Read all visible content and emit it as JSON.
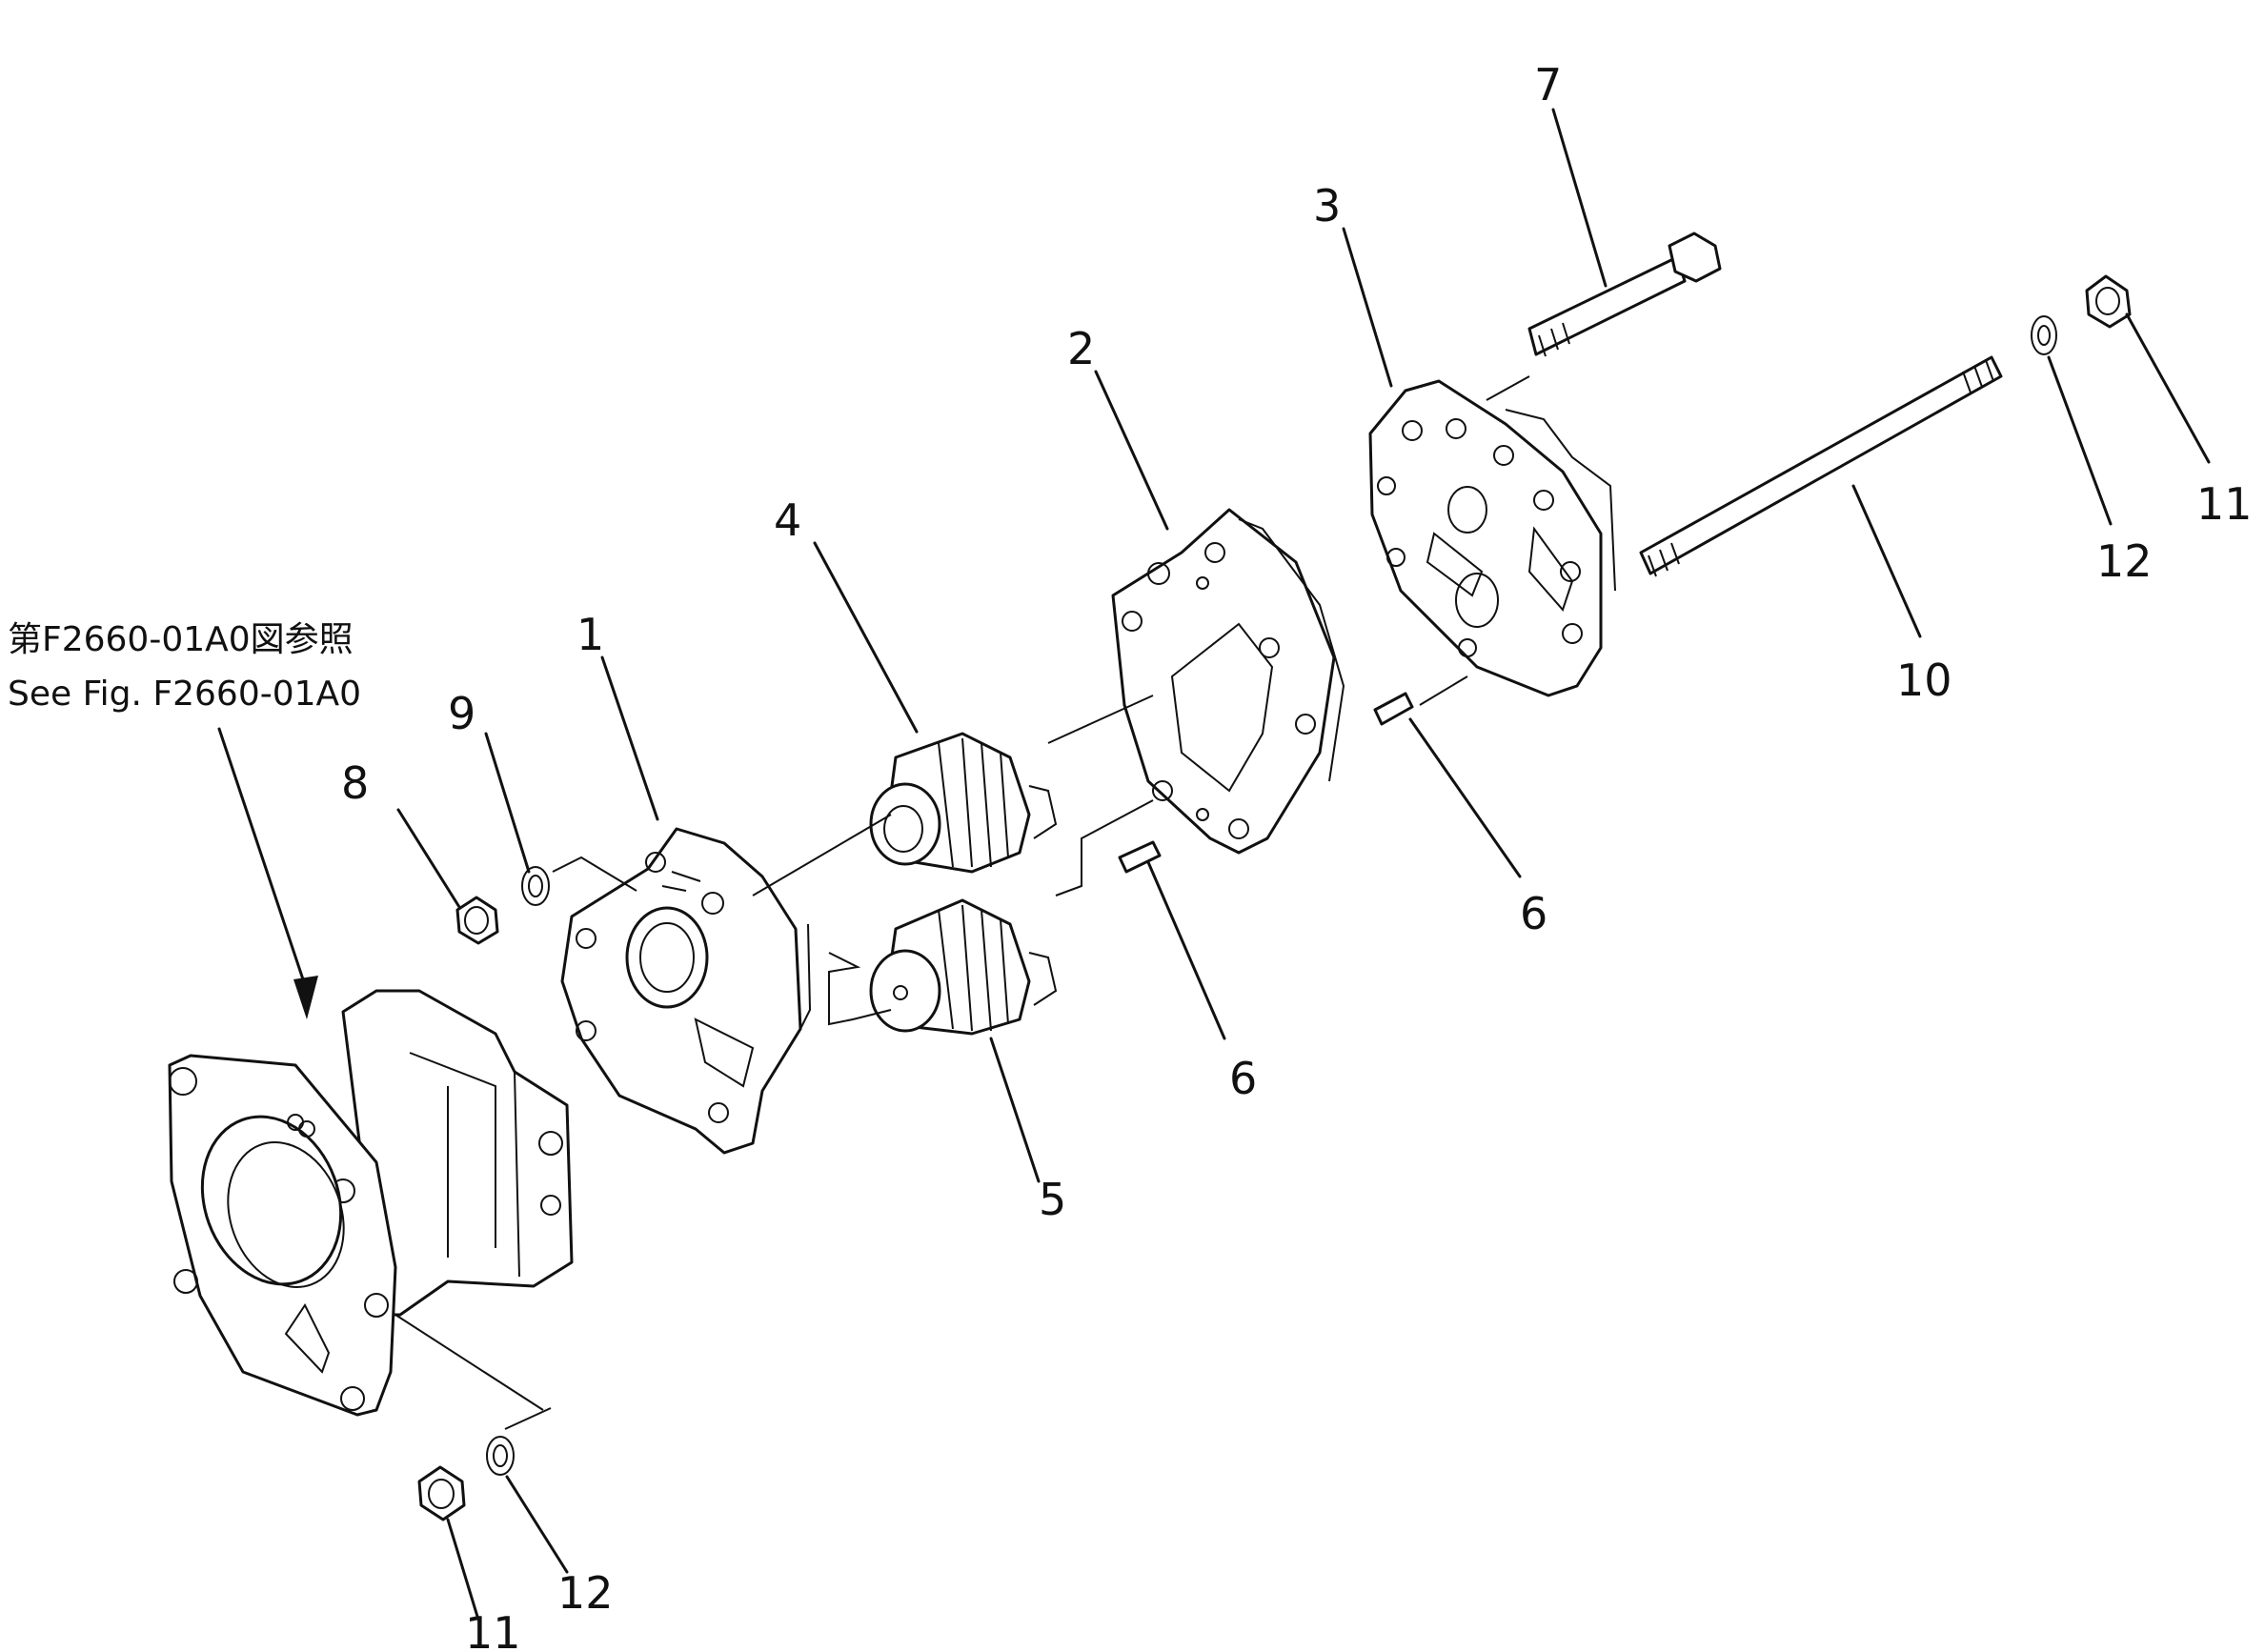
{
  "reference": {
    "line_jp": "第F2660-01A0図参照",
    "line_en": "See Fig. F2660-01A0"
  },
  "parts": [
    {
      "id": "1",
      "label": "1"
    },
    {
      "id": "2",
      "label": "2"
    },
    {
      "id": "3",
      "label": "3"
    },
    {
      "id": "4",
      "label": "4"
    },
    {
      "id": "5",
      "label": "5"
    },
    {
      "id": "6a",
      "label": "6"
    },
    {
      "id": "6b",
      "label": "6"
    },
    {
      "id": "7",
      "label": "7"
    },
    {
      "id": "8",
      "label": "8"
    },
    {
      "id": "9",
      "label": "9"
    },
    {
      "id": "10",
      "label": "10"
    },
    {
      "id": "11a",
      "label": "11"
    },
    {
      "id": "11b",
      "label": "11"
    },
    {
      "id": "12a",
      "label": "12"
    },
    {
      "id": "12b",
      "label": "12"
    }
  ]
}
